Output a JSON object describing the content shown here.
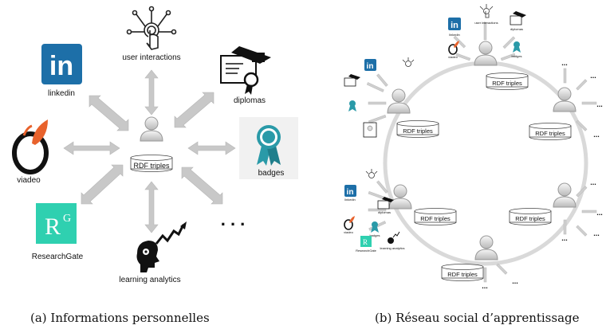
{
  "panel_a": {
    "center_label": "RDF triples",
    "sources": [
      {
        "name": "linkedin",
        "label": "linkedin",
        "icon": "linkedin-icon"
      },
      {
        "name": "user-interactions",
        "label": "user interactions",
        "icon": "touch-network-icon"
      },
      {
        "name": "diplomas",
        "label": "diplomas",
        "icon": "diploma-icon"
      },
      {
        "name": "badges",
        "label": "badges",
        "icon": "badge-icon"
      },
      {
        "name": "viadeo",
        "label": "viadeo",
        "icon": "viadeo-icon"
      },
      {
        "name": "researchgate",
        "label": "ResearchGate",
        "icon": "researchgate-icon"
      },
      {
        "name": "learning-analytics",
        "label": "learning analytics",
        "icon": "brain-chart-icon"
      },
      {
        "name": "more",
        "label": ". . .",
        "icon": ""
      }
    ],
    "caption": "(a) Informations personnelles"
  },
  "panel_b": {
    "node_label": "RDF triples",
    "ellipsis": "...",
    "mini_labels": {
      "linkedin": "linkedin",
      "interactions": "user interactions",
      "diplomas": "diplomas",
      "badges": "badges",
      "viadeo": "viadeo",
      "researchgate": "ResearchGate",
      "analytics": "learning analytics"
    },
    "caption": "(b) Réseau social d’apprentissage"
  },
  "colors": {
    "arrow": "#c8c8c8",
    "linkedin": "#1d6fa8",
    "researchgate": "#2fd0b0",
    "viadeo_orange": "#e8622c",
    "badge_teal": "#2a9aa8",
    "ring": "#d9d9d9"
  }
}
